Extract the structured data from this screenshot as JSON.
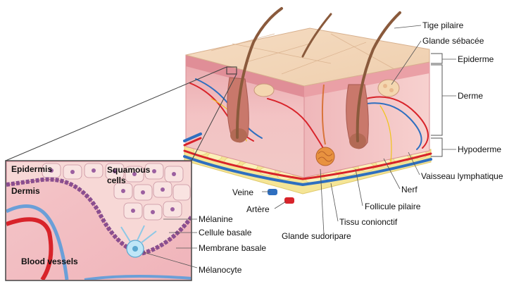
{
  "labels_right": {
    "tige_pilaire": "Tige pilaire",
    "glande_sebacee": "Glande sébacée",
    "epiderme": "Epiderme",
    "derme": "Derme",
    "hypoderme": "Hypoderme",
    "vaisseau_lymphatique": "Vaisseau lymphatique",
    "nerf": "Nerf",
    "follicule_pilaire": "Follicule pilaire",
    "tissu_conjonctif": "Tissu conionctif",
    "glande_sudoripare": "Glande sudoripare",
    "veine": "Veine",
    "artere": "Artère"
  },
  "labels_inset": {
    "melanine": "Mélanine",
    "cellule_basale": "Cellule basale",
    "membrane_basale": "Membrane basale",
    "melanocyte": "Mélanocyte",
    "epidermis": "Epidermis",
    "dermis": "Dermis",
    "squamous_cells": "Squamous cells",
    "blood_vessels": "Blood vessels"
  },
  "colors": {
    "epidermis_top": "#f2d2b6",
    "dermis": "#f3c1c3",
    "hypodermis": "#f6e79a",
    "hair": "#8a5a3c",
    "artery": "#d8232a",
    "vein": "#2e6fc0",
    "nerve": "#f0c419"
  }
}
